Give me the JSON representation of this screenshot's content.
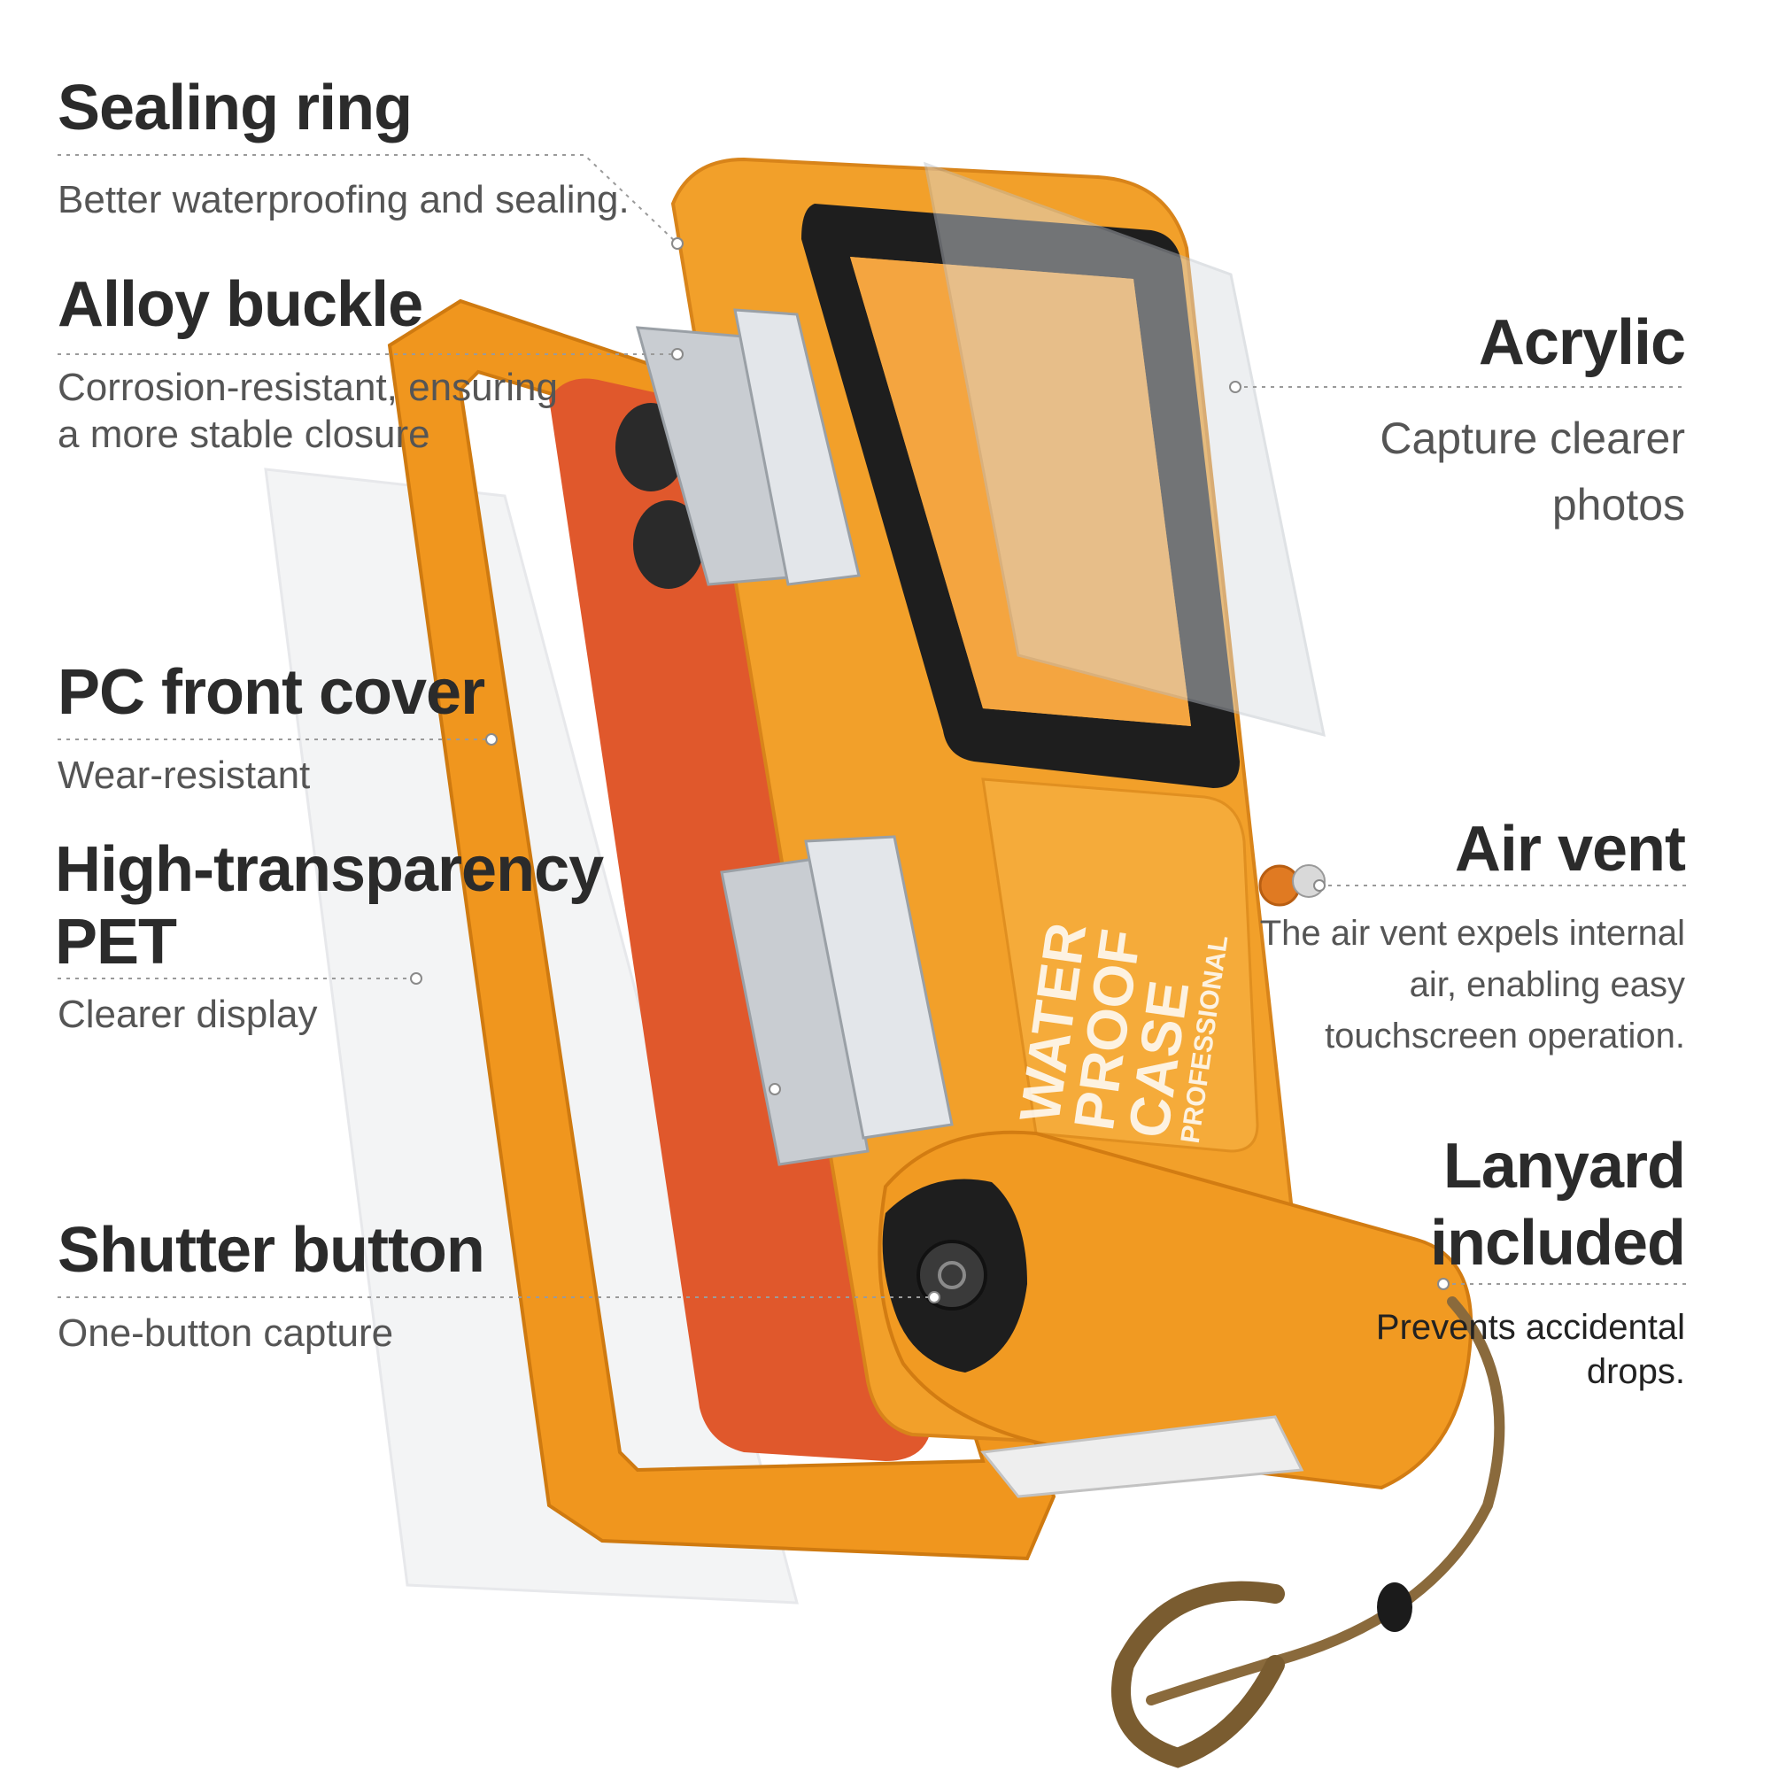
{
  "labels": {
    "sealing_ring": {
      "title": "Sealing ring",
      "desc": "Better waterproofing and sealing."
    },
    "alloy_buckle": {
      "title": "Alloy buckle",
      "desc_line1": "Corrosion-resistant, ensuring",
      "desc_line2": "a more stable closure"
    },
    "pc_front_cover": {
      "title": "PC front cover",
      "desc": "Wear-resistant"
    },
    "pet": {
      "title_line1": "High-transparency",
      "title_line2": "PET",
      "desc": "Clearer display"
    },
    "shutter_button": {
      "title": "Shutter button",
      "desc": "One-button capture"
    },
    "acrylic": {
      "title": "Acrylic",
      "desc_line1": "Capture clearer",
      "desc_line2": "photos"
    },
    "air_vent": {
      "title": "Air vent",
      "desc_line1": "The air vent expels internal",
      "desc_line2": "air, enabling easy",
      "desc_line3": "touchscreen operation."
    },
    "lanyard": {
      "title_line1": "Lanyard",
      "title_line2": "included",
      "desc_line1": "Prevents accidental",
      "desc_line2": "drops."
    }
  },
  "case_print": {
    "line1": "WATER",
    "line2": "PROOF",
    "line3": "CASE",
    "line4": "PROFESSIONAL"
  },
  "colors": {
    "case_orange": "#f0961e",
    "phone_red": "#e0582c",
    "seal_black": "#1e1e1e",
    "buckle_silver": "#c9cdd2",
    "strap_brown": "#8a6a3c"
  }
}
